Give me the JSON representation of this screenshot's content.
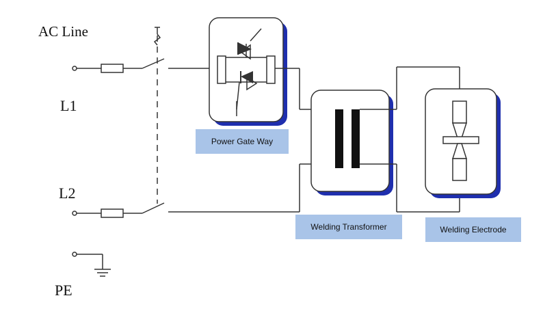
{
  "labels": {
    "ac_line": "AC Line",
    "l1": "L1",
    "l2": "L2",
    "pe": "PE"
  },
  "blocks": {
    "power_gate": "Power  Gate Way",
    "transformer": "Welding Transformer",
    "electrode": "Welding  Electrode"
  },
  "colors": {
    "line": "#333333",
    "box_shadow": "#1f2fae",
    "tag_fill": "#a9c4e8"
  }
}
